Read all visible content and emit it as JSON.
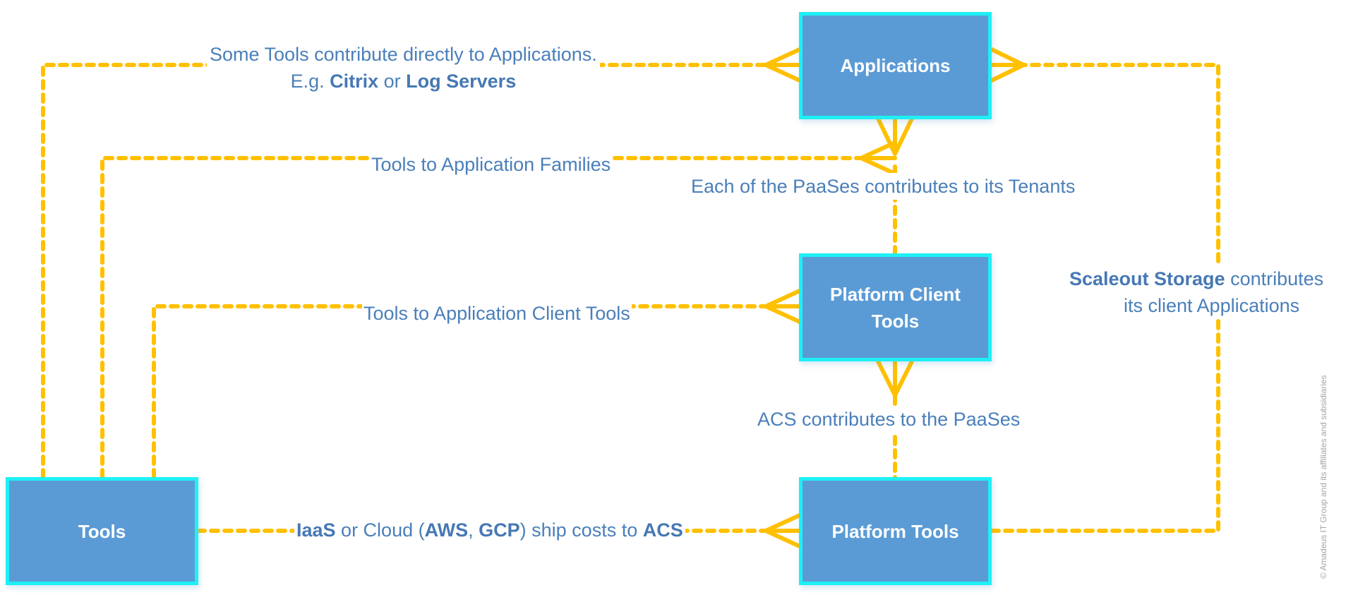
{
  "colors": {
    "box_fill": "#5b9bd5",
    "box_border": "#1ef0f5",
    "connector": "#ffc000",
    "label_text": "#4a7fba",
    "box_text": "#ffffff"
  },
  "nodes": {
    "applications": {
      "label": "Applications"
    },
    "platform_client_tools": {
      "label_line1": "Platform Client",
      "label_line2": "Tools"
    },
    "tools": {
      "label": "Tools"
    },
    "platform_tools": {
      "label": "Platform Tools"
    }
  },
  "edges": {
    "tools_to_applications": {
      "line1": "Some Tools contribute directly to Applications.",
      "line2_prefix": "E.g. ",
      "line2_bold1": "Citrix",
      "line2_mid": " or ",
      "line2_bold2": "Log Servers"
    },
    "tools_to_app_families": {
      "text": "Tools to Application Families"
    },
    "paas_to_tenants": {
      "text": "Each of the PaaSes contributes to its Tenants"
    },
    "tools_to_client_tools": {
      "text": "Tools to Application Client Tools"
    },
    "acs_to_paas": {
      "text": "ACS contributes to the PaaSes"
    },
    "iaas_to_acs": {
      "bold1": "IaaS",
      "t1": " or Cloud (",
      "bold2": "AWS",
      "t2": ", ",
      "bold3": "GCP",
      "t3": ") ship costs to ",
      "bold4": "ACS"
    },
    "storage_to_apps": {
      "bold": "Scaleout Storage",
      "line1_rest": " contributes",
      "line2": "its client Applications"
    }
  },
  "copyright": "© Amadeus IT Group and its affiliates and subsidiaries"
}
